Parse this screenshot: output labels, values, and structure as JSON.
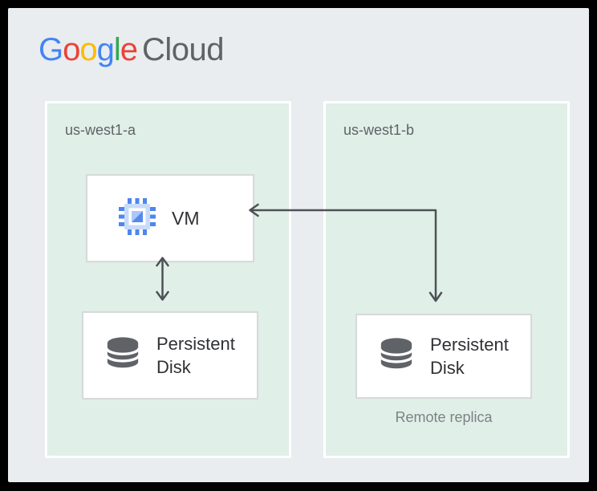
{
  "header": {
    "logo": {
      "brand_letters": [
        {
          "char": "G",
          "color": "#4285F4"
        },
        {
          "char": "o",
          "color": "#EA4335"
        },
        {
          "char": "o",
          "color": "#FBBC05"
        },
        {
          "char": "g",
          "color": "#4285F4"
        },
        {
          "char": "l",
          "color": "#34A853"
        },
        {
          "char": "e",
          "color": "#EA4335"
        }
      ],
      "product": "Cloud",
      "product_color": "#5f6368"
    }
  },
  "diagram": {
    "zones": [
      {
        "label": "us-west1-a",
        "nodes": [
          {
            "type": "vm",
            "icon": "compute-engine-icon",
            "label": "VM"
          },
          {
            "type": "disk",
            "icon": "persistent-disk-icon",
            "label": "Persistent Disk"
          }
        ]
      },
      {
        "label": "us-west1-b",
        "nodes": [
          {
            "type": "disk",
            "icon": "persistent-disk-icon",
            "label": "Persistent Disk",
            "caption": "Remote replica"
          }
        ]
      }
    ],
    "connections": [
      {
        "from": "vm",
        "to": "persistent-disk-a",
        "style": "vertical-double-arrow"
      },
      {
        "from": "persistent-disk-b",
        "to": "vm",
        "style": "elbow-arrow-both-ends"
      }
    ],
    "colors": {
      "frame": "#000000",
      "card_background": "#e9edf0",
      "zone_background": "#e0efe7",
      "zone_border": "#ffffff",
      "node_background": "#ffffff",
      "node_border": "#d6d9db",
      "arrow": "#4e5256",
      "zone_label": "#5f6368",
      "node_label": "#2f3134",
      "caption": "#7d8288"
    }
  }
}
